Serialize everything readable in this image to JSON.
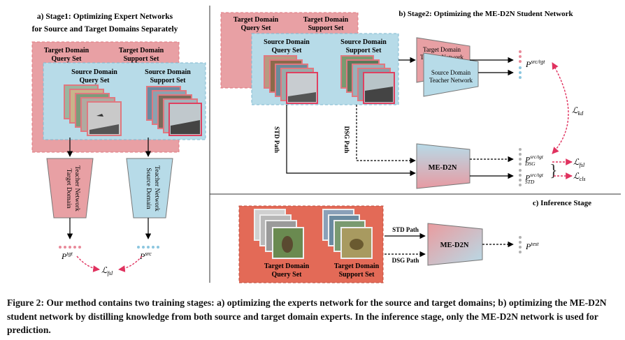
{
  "stage1": {
    "title_line1": "a) Stage1: Optimizing Expert Networks",
    "title_line2": "for Source and Target Domains Separately",
    "tgt_query_l1": "Target Domain",
    "tgt_query_l2": "Query Set",
    "tgt_support_l1": "Target Domain",
    "tgt_support_l2": "Support Set",
    "src_query_l1": "Source Domain",
    "src_query_l2": "Query Set",
    "src_support_l1": "Source Domain",
    "src_support_l2": "Support Set",
    "tgt_teacher_l1": "Target Domain",
    "tgt_teacher_l2": "Teacher Network",
    "src_teacher_l1": "Source Domain",
    "src_teacher_l2": "Teacher Network",
    "p_tgt": "P",
    "p_tgt_sup": "tgt",
    "p_src": "P",
    "p_src_sup": "src",
    "loss": "ℒ",
    "loss_sub": "fsl"
  },
  "stage2": {
    "title": "b) Stage2: Optimizing the ME-D2N Student Network",
    "tgt_query_l1": "Target Domain",
    "tgt_query_l2": "Query Set",
    "tgt_support_l1": "Target Domain",
    "tgt_support_l2": "Support Set",
    "src_query_l1": "Source Domain",
    "src_query_l2": "Query Set",
    "src_support_l1": "Source Domain",
    "src_support_l2": "Support Set",
    "tgt_teacher_l1": "Target Domain",
    "tgt_teacher_l2": "Teacher Network",
    "src_teacher_l1": "Source Domain",
    "src_teacher_l2": "Teacher Network",
    "std_path": "STD Path",
    "dsg_path": "DSG Path",
    "student": "ME-D2N",
    "p_teacher": "P",
    "p_teacher_sup": "src/tgt",
    "p_dsg": "P",
    "p_dsg_sup": "src/tgt",
    "p_dsg_sub": "DSG",
    "p_std": "P",
    "p_std_sup": "src/tgt",
    "p_std_sub": "STD",
    "loss_kd": "ℒ",
    "loss_kd_sub": "kd",
    "loss_fsl": "ℒ",
    "loss_fsl_sub": "fsl",
    "loss_cls": "ℒ",
    "loss_cls_sub": "cls"
  },
  "stage3": {
    "title": "c) Inference Stage",
    "query_l1": "Target Domain",
    "query_l2": "Query Set",
    "support_l1": "Target Domain",
    "support_l2": "Support Set",
    "std_path": "STD Path",
    "dsg_path": "DSG Path",
    "student": "ME-D2N",
    "p_test": "P",
    "p_test_sup": "test"
  },
  "caption": "Figure 2: Our method contains two training stages: a) optimizing the experts network for the source and target domains; b) optimizing the ME-D2N student network by distilling knowledge from both source and target domain experts. In the inference stage, only the ME-D2N network is used for prediction.",
  "colors": {
    "pink_panel": "#e8a0a4",
    "blue_panel": "#b7dbe8",
    "red_panel": "#e36a57",
    "loss_arrow": "#e0325f",
    "dot_grey": "#b0b0b0",
    "dot_pink": "#e88a9a",
    "dot_blue": "#8cc6df"
  }
}
